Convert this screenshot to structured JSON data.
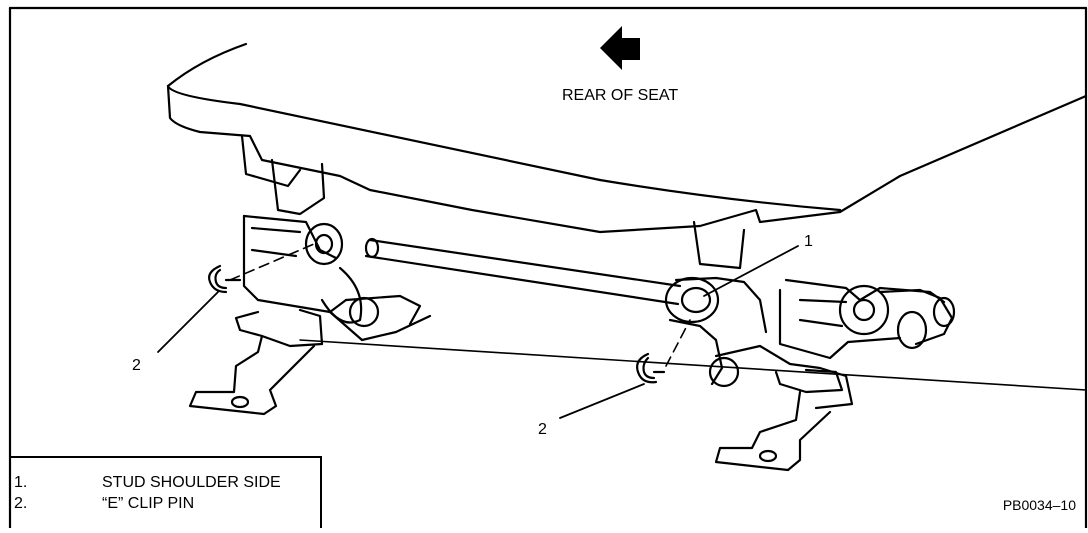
{
  "direction_label": "REAR OF SEAT",
  "callouts": {
    "stud_shoulder": "1",
    "clip_left": "2",
    "clip_right": "2"
  },
  "legend": [
    {
      "num": "1.",
      "text": "STUD SHOULDER SIDE"
    },
    {
      "num": "2.",
      "text": "“E” CLIP PIN"
    }
  ],
  "figure_id": "PB0034–10"
}
